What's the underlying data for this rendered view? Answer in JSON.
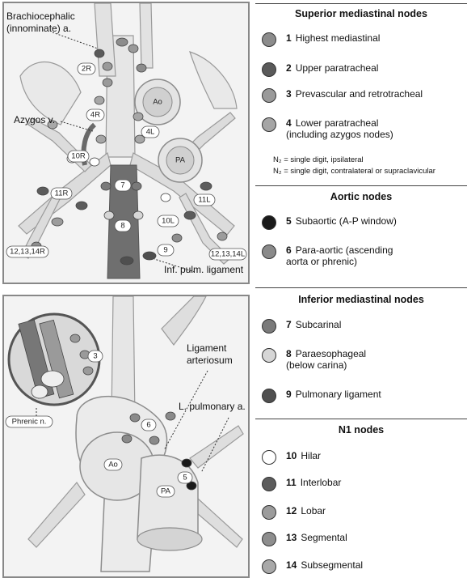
{
  "top_panel": {
    "annotations": {
      "brachiocephalic_line1": "Brachiocephalic",
      "brachiocephalic_line2": "(innominate) a.",
      "azygos": "Azygos v.",
      "inf_pulm_ligament": "Inf. pulm. ligament"
    },
    "labels": {
      "ao": "Ao",
      "pa": "PA",
      "n2r": "2R",
      "n4r": "4R",
      "n4l": "4L",
      "n10r": "10R",
      "n11r": "11R",
      "n7": "7",
      "n8": "8",
      "n10l": "10L",
      "n11l": "11L",
      "n9": "9",
      "n12r": "12,13,14R",
      "n12l": "12,13,14L"
    }
  },
  "bottom_panel": {
    "annotations": {
      "ligament_line1": "Ligament",
      "ligament_line2": "arteriosum",
      "l_pulmonary": "L. pulmonary a.",
      "phrenic": "Phrenic n."
    },
    "labels": {
      "n3": "3",
      "n6": "6",
      "ao": "Ao",
      "pa": "PA",
      "n5": "5"
    }
  },
  "legend": {
    "sections": [
      {
        "title": "Superior mediastinal nodes",
        "items": [
          {
            "num": "1",
            "text": "Highest mediastinal",
            "color": "#8c8c8c"
          },
          {
            "num": "2",
            "text": "Upper paratracheal",
            "color": "#5a5a5a"
          },
          {
            "num": "3",
            "text": "Prevascular and retrotracheal",
            "color": "#9a9a9a"
          },
          {
            "num": "4",
            "text": "Lower paratracheal",
            "text2": "(including azygos nodes)",
            "color": "#a6a6a6"
          }
        ],
        "notes": [
          "N₂ = single digit, ipsilateral",
          "N₂ = single digit, contralateral or supraclavicular"
        ]
      },
      {
        "title": "Aortic nodes",
        "items": [
          {
            "num": "5",
            "text": "Subaortic (A-P window)",
            "color": "#1a1a1a"
          },
          {
            "num": "6",
            "text": "Para-aortic (ascending",
            "text2": "aorta or phrenic)",
            "color": "#8a8a8a"
          }
        ]
      },
      {
        "title": "Inferior mediastinal nodes",
        "items": [
          {
            "num": "7",
            "text": "Subcarinal",
            "color": "#7a7a7a"
          },
          {
            "num": "8",
            "text": "Paraesophageal",
            "text2": "(below carina)",
            "color": "#d6d6d6"
          },
          {
            "num": "9",
            "text": "Pulmonary ligament",
            "color": "#4f4f4f"
          }
        ]
      },
      {
        "title": "N1 nodes",
        "items": [
          {
            "num": "10",
            "text": "Hilar",
            "color": "#ffffff"
          },
          {
            "num": "11",
            "text": "Interlobar",
            "color": "#5c5c5c"
          },
          {
            "num": "12",
            "text": "Lobar",
            "color": "#9c9c9c"
          },
          {
            "num": "13",
            "text": "Segmental",
            "color": "#8e8e8e"
          },
          {
            "num": "14",
            "text": "Subsegmental",
            "color": "#a8a8a8"
          }
        ]
      }
    ]
  }
}
